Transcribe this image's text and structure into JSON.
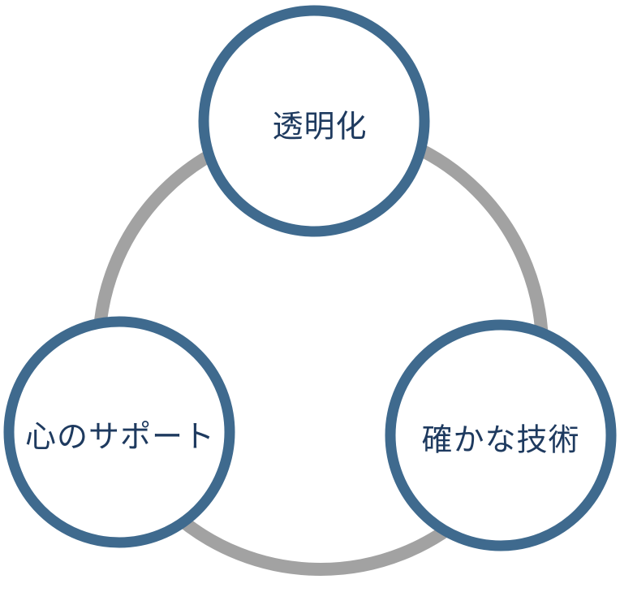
{
  "nodes": [
    {
      "id": "transparency",
      "label": "透明化"
    },
    {
      "id": "heart-support",
      "label": "心のサポート"
    },
    {
      "id": "reliable-technology",
      "label": "確かな技術"
    }
  ],
  "colors": {
    "ring": "#a2a2a2",
    "node_border": "#3f6a8e",
    "node_fill": "#ffffff",
    "label": "#1e3a5f"
  }
}
